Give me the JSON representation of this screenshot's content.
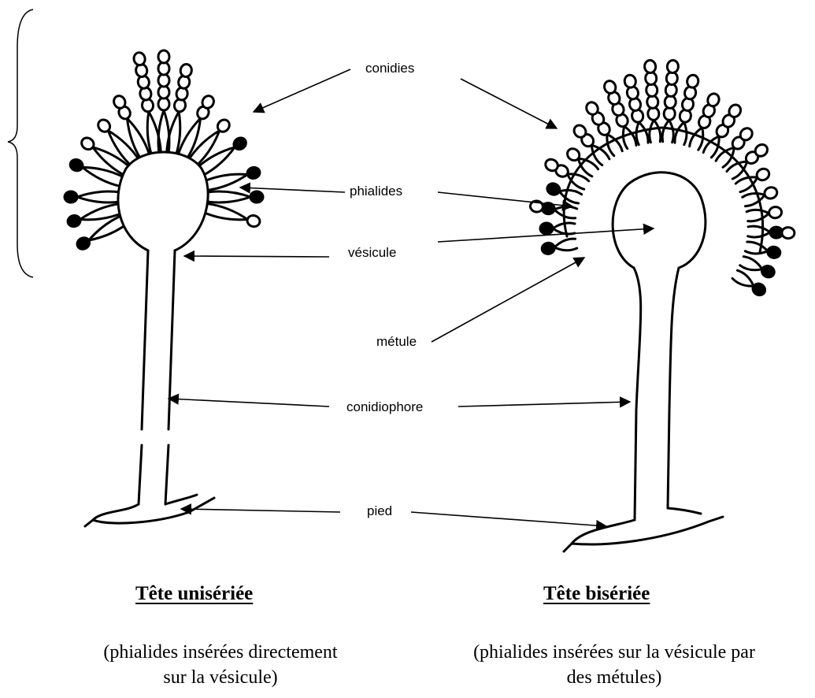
{
  "labels": {
    "conidies": "conidies",
    "phialides": "phialides",
    "vesicule": "vésicule",
    "metule": "métule",
    "conidiophore": "conidiophore",
    "pied": "pied"
  },
  "left": {
    "title": "Tête unisériée",
    "caption_line1": "(phialides insérées directement",
    "caption_line2": "sur la vésicule)"
  },
  "right": {
    "title": "Tête bisériée",
    "caption_line1": "(phialides insérées sur la vésicule par",
    "caption_line2": "des métules)"
  },
  "colors": {
    "ink": "#000000",
    "background": "#ffffff"
  }
}
